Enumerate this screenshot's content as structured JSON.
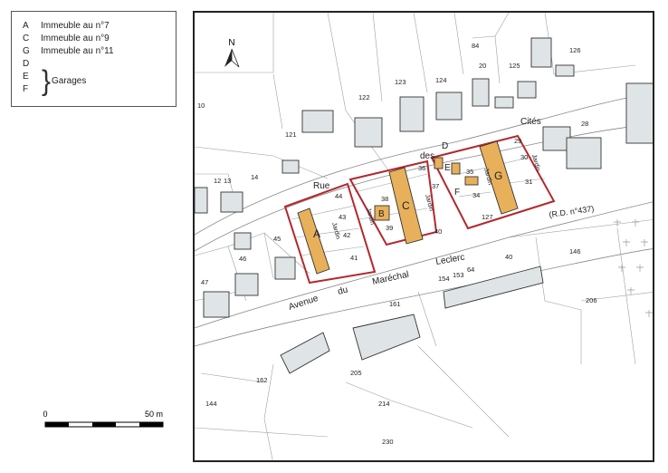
{
  "legend": {
    "items": [
      {
        "key": "A",
        "label": "Immeuble au n°7"
      },
      {
        "key": "C",
        "label": "Immeuble au n°9"
      },
      {
        "key": "G",
        "label": "Immeuble au n°11"
      },
      {
        "key": "D",
        "label": ""
      },
      {
        "key": "E",
        "label": ""
      },
      {
        "key": "F",
        "label": ""
      }
    ],
    "garages_label": "Garages"
  },
  "scale": {
    "start": "0",
    "end": "50 m"
  },
  "map": {
    "north": "N",
    "streets": {
      "rue": "Rue",
      "des": "des",
      "cites": "Cités",
      "avenue": "Avenue",
      "du": "du",
      "marechal": "Maréchal",
      "leclerc": "Leclerc",
      "rd": "(R.D. n°437)"
    },
    "buildings": {
      "A": "A",
      "B": "B",
      "C": "C",
      "G": "G",
      "D": "D",
      "E": "E",
      "F": "F"
    },
    "jardin": "Jardin",
    "parcels": [
      "84",
      "126",
      "20",
      "125",
      "10",
      "122",
      "123",
      "124",
      "121",
      "28",
      "29",
      "36",
      "30",
      "31",
      "35",
      "37",
      "34",
      "38",
      "39",
      "40",
      "127",
      "12",
      "13",
      "14",
      "44",
      "43",
      "42",
      "41",
      "45",
      "46",
      "47",
      "154",
      "153",
      "64",
      "161",
      "146",
      "206",
      "162",
      "205",
      "144",
      "214",
      "230",
      "40"
    ]
  },
  "colors": {
    "building_orange": "#e8b05a",
    "red_boundary": "#b3282d",
    "building_grey": "#dfe5e6"
  }
}
